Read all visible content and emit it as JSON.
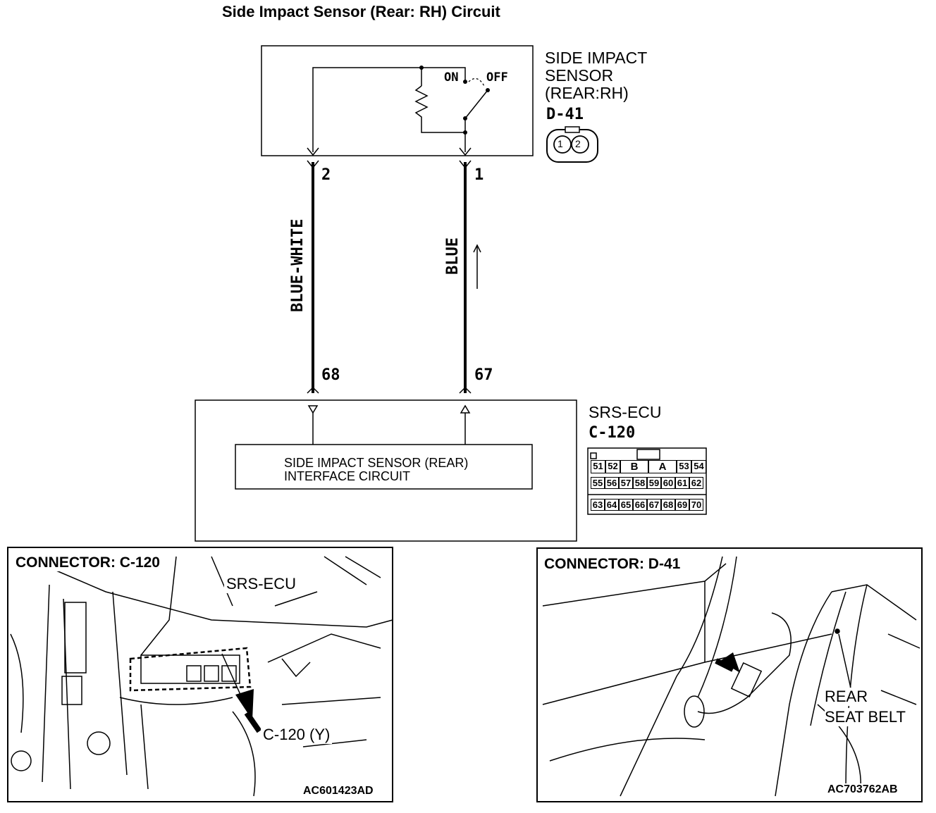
{
  "title": "Side Impact Sensor (Rear: RH) Circuit",
  "sensor": {
    "name_line1": "SIDE IMPACT",
    "name_line2": "SENSOR",
    "name_line3": "(REAR:RH)",
    "connector": "D-41",
    "switch_on": "ON",
    "switch_off": "OFF",
    "pin_a": "1",
    "pin_b": "2"
  },
  "wires": [
    {
      "color": "BLUE-WHITE",
      "top_pin": "2",
      "bottom_pin": "68"
    },
    {
      "color": "BLUE",
      "top_pin": "1",
      "bottom_pin": "67"
    }
  ],
  "ecu": {
    "name": "SRS-ECU",
    "connector": "C-120",
    "interface_line1": "SIDE IMPACT SENSOR (REAR)",
    "interface_line2": "INTERFACE CIRCUIT",
    "pins_row1": [
      "51",
      "52",
      "B",
      "A",
      "53",
      "54"
    ],
    "pins_row2": [
      "55",
      "56",
      "57",
      "58",
      "59",
      "60",
      "61",
      "62"
    ],
    "pins_row3": [
      "63",
      "64",
      "65",
      "66",
      "67",
      "68",
      "69",
      "70"
    ]
  },
  "photo_left": {
    "title": "CONNECTOR: C-120",
    "callout_ecu": "SRS-ECU",
    "callout_connector": "C-120 (Y)",
    "code": "AC601423AD"
  },
  "photo_right": {
    "title": "CONNECTOR: D-41",
    "callout_line1": "REAR",
    "callout_line2": "SEAT BELT",
    "code": "AC703762AB"
  }
}
